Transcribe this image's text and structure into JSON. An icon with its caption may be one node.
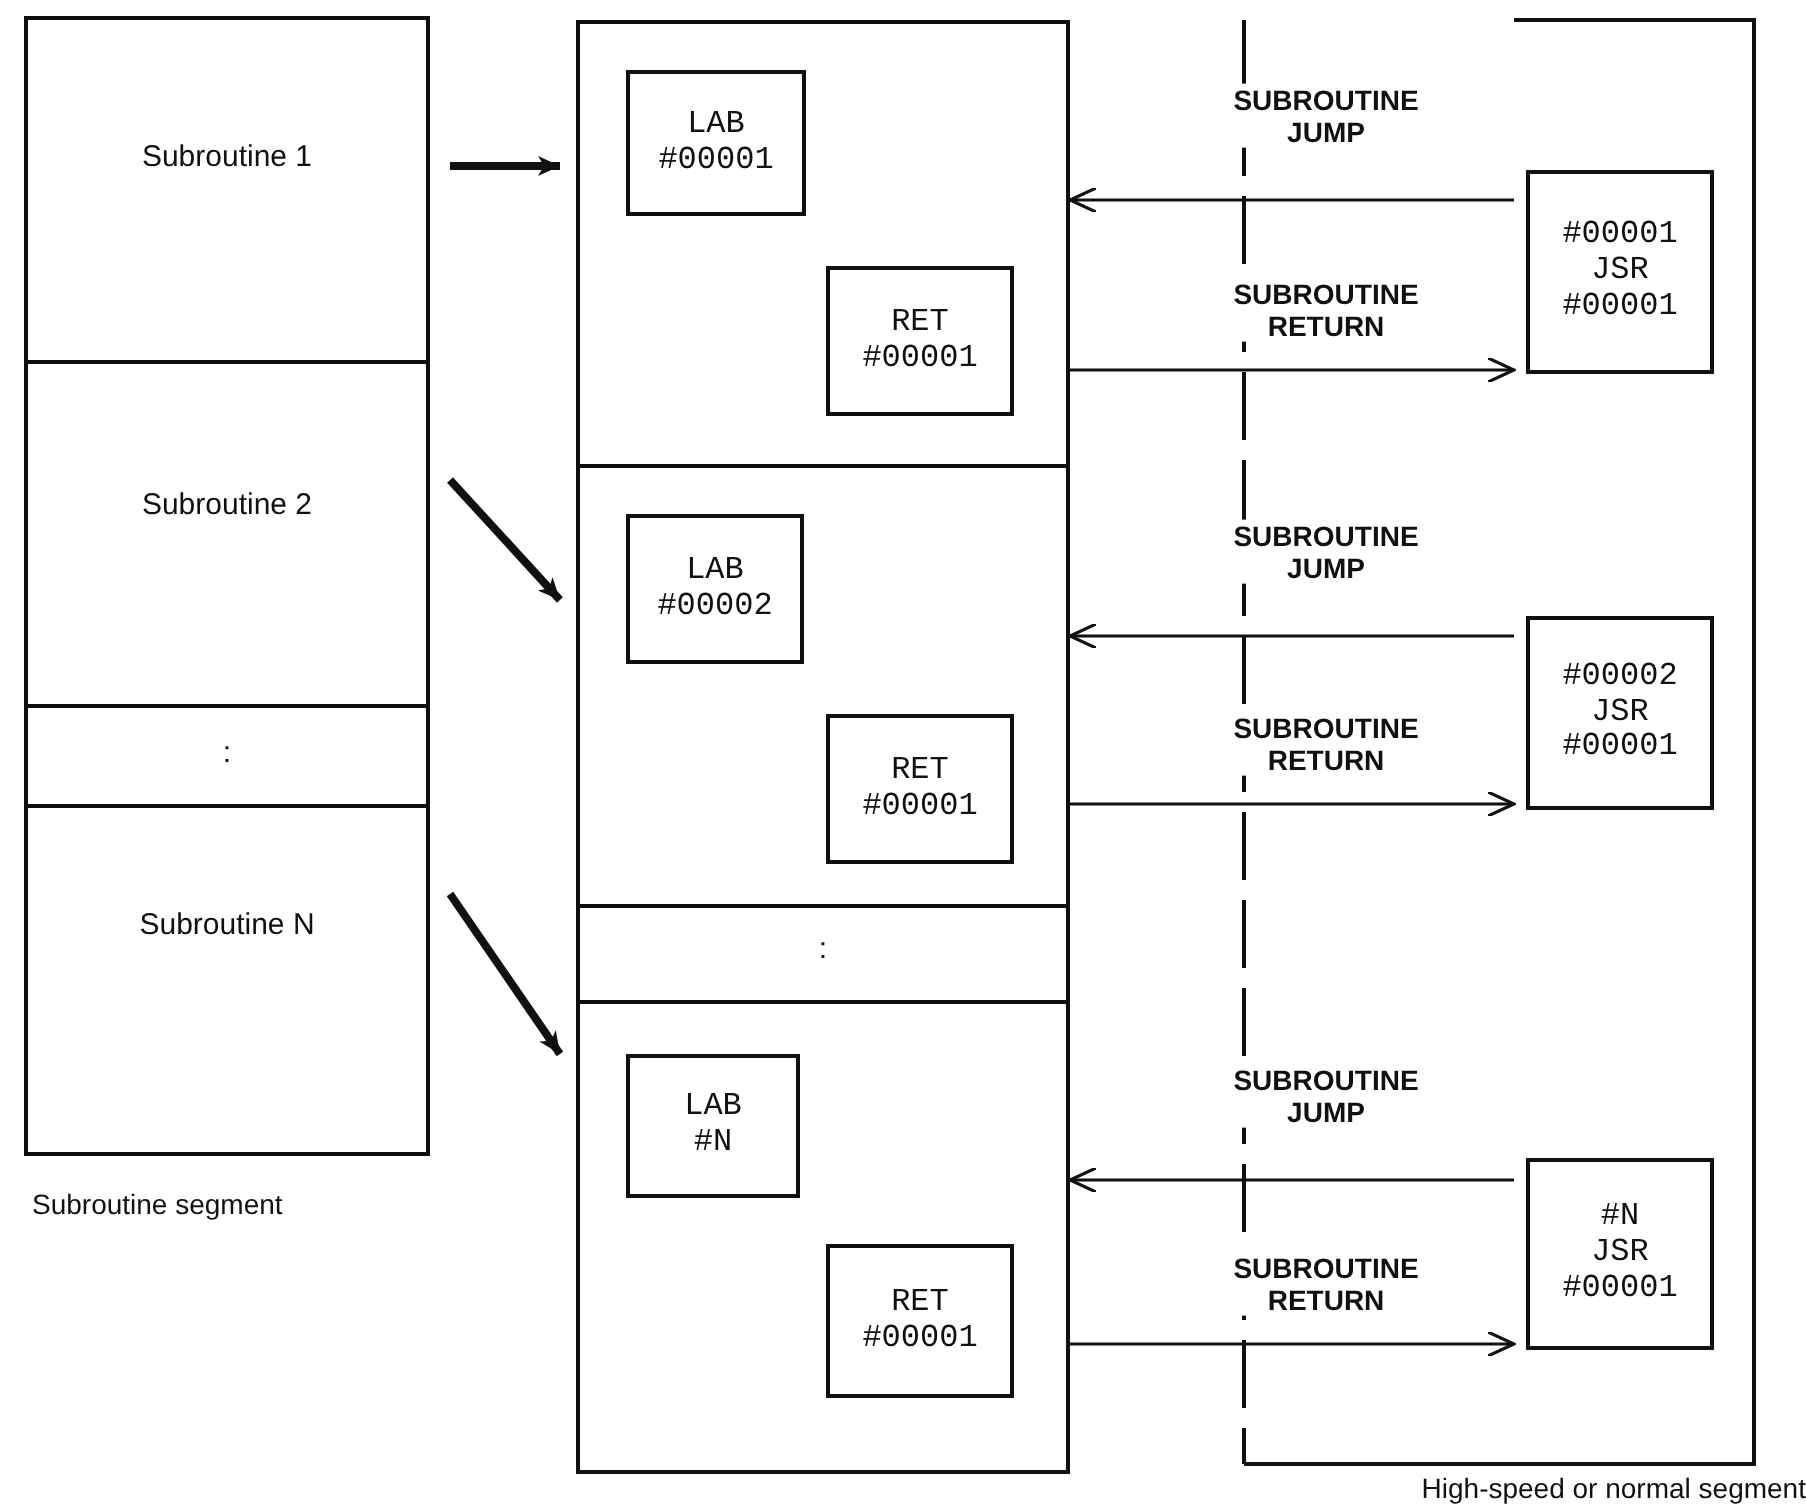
{
  "diagram": {
    "nodes": [
      {
        "text": [
          "Subroutine segment"
        ]
      },
      {
        "text": [
          "Subroutine 1"
        ],
        "in": 0
      },
      {
        "text": [
          "Subroutine 2"
        ],
        "in": 0
      },
      {
        "text": [
          ":"
        ],
        "in": 0
      },
      {
        "text": [
          "Subroutine N"
        ],
        "in": 0
      },
      {
        "text": [],
        "shape": "box"
      },
      {
        "text": [],
        "shape": "box",
        "in": 5
      },
      {
        "text": [
          "LAB #00001"
        ],
        "in": 6
      },
      {
        "text": [
          "RET #00001"
        ],
        "in": 6
      },
      {
        "text": [],
        "shape": "box",
        "in": 5
      },
      {
        "text": [
          "LAB #00002"
        ],
        "in": 9
      },
      {
        "text": [
          "RET #00001"
        ],
        "in": 9
      },
      {
        "text": [
          ":"
        ],
        "in": 5
      },
      {
        "text": [],
        "shape": "box",
        "in": 5
      },
      {
        "text": [
          "LAB #N"
        ],
        "in": 13
      },
      {
        "text": [
          "RET #00001"
        ],
        "in": 13
      },
      {
        "text": [
          "High-speed or normal segment"
        ]
      },
      {
        "text": [
          "#00001 JSR #00001"
        ],
        "in": 16
      },
      {
        "text": [
          "#00002 JSR #00001"
        ],
        "in": 16
      },
      {
        "text": [
          "#N JSR #00001"
        ],
        "in": 16
      }
    ],
    "edges": [
      {
        "from": 1,
        "to": 6,
        "arrow": "to",
        "style": "thick"
      },
      {
        "from": 2,
        "to": 9,
        "arrow": "to",
        "style": "thick"
      },
      {
        "from": 4,
        "to": 13,
        "arrow": "to",
        "style": "thick"
      },
      {
        "from": 17,
        "to": 6,
        "arrow": "to",
        "label": "SUBROUTINE JUMP"
      },
      {
        "from": 5,
        "to": 17,
        "arrow": "to",
        "label": "SUBROUTINE RETURN"
      },
      {
        "from": 18,
        "to": 9,
        "arrow": "to",
        "label": "SUBROUTINE JUMP"
      },
      {
        "from": 5,
        "to": 18,
        "arrow": "to",
        "label": "SUBROUTINE RETURN"
      },
      {
        "from": 19,
        "to": 13,
        "arrow": "to",
        "label": "SUBROUTINE JUMP"
      },
      {
        "from": 5,
        "to": 19,
        "arrow": "to",
        "label": "SUBROUTINE RETURN"
      }
    ]
  }
}
